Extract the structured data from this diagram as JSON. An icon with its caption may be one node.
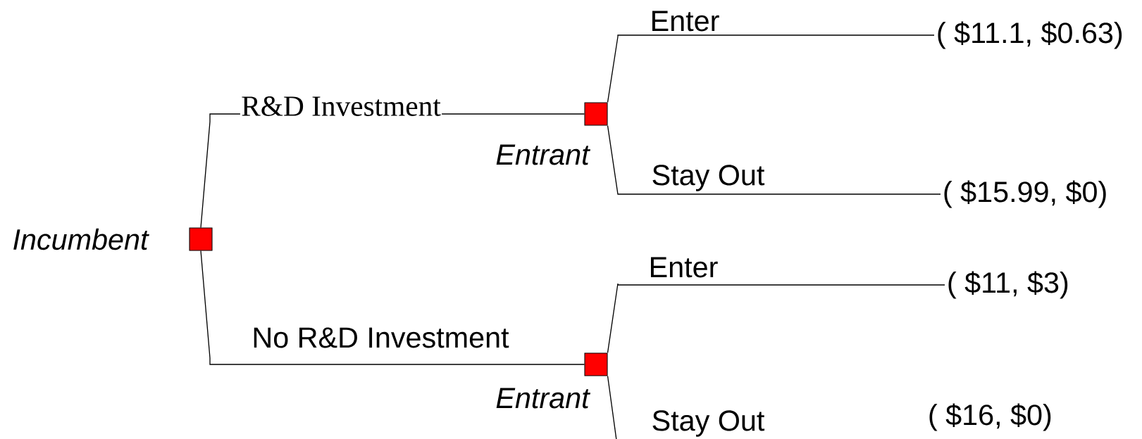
{
  "diagram": {
    "nodes": [
      {
        "text": [],
        "shape": "box",
        "beside": [
          "Incumbent"
        ]
      },
      {
        "text": [],
        "shape": "box",
        "beside": [
          "Entrant"
        ]
      },
      {
        "text": [],
        "shape": "box",
        "beside": [
          "Entrant"
        ]
      },
      {
        "text": [
          "( $11.1, $0.63)"
        ]
      },
      {
        "text": [
          "( $15.99, $0)"
        ]
      },
      {
        "text": [
          "( $11, $3)"
        ]
      }
    ],
    "edges": [
      {
        "from": 0,
        "to": 1,
        "arrow": "none",
        "label": "R&D Investment"
      },
      {
        "from": 0,
        "to": 2,
        "arrow": "none",
        "label": "No R&D Investment"
      },
      {
        "from": 1,
        "to": 3,
        "arrow": "none",
        "label": "Enter"
      },
      {
        "from": 1,
        "to": 4,
        "arrow": "none",
        "label": "Stay Out"
      },
      {
        "from": 2,
        "to": 5,
        "arrow": "none",
        "label": "Enter"
      },
      {
        "from": 2,
        "to": null,
        "arrow": "none",
        "label": "Stay Out"
      }
    ],
    "labels": [
      "( $16, $0)"
    ]
  }
}
